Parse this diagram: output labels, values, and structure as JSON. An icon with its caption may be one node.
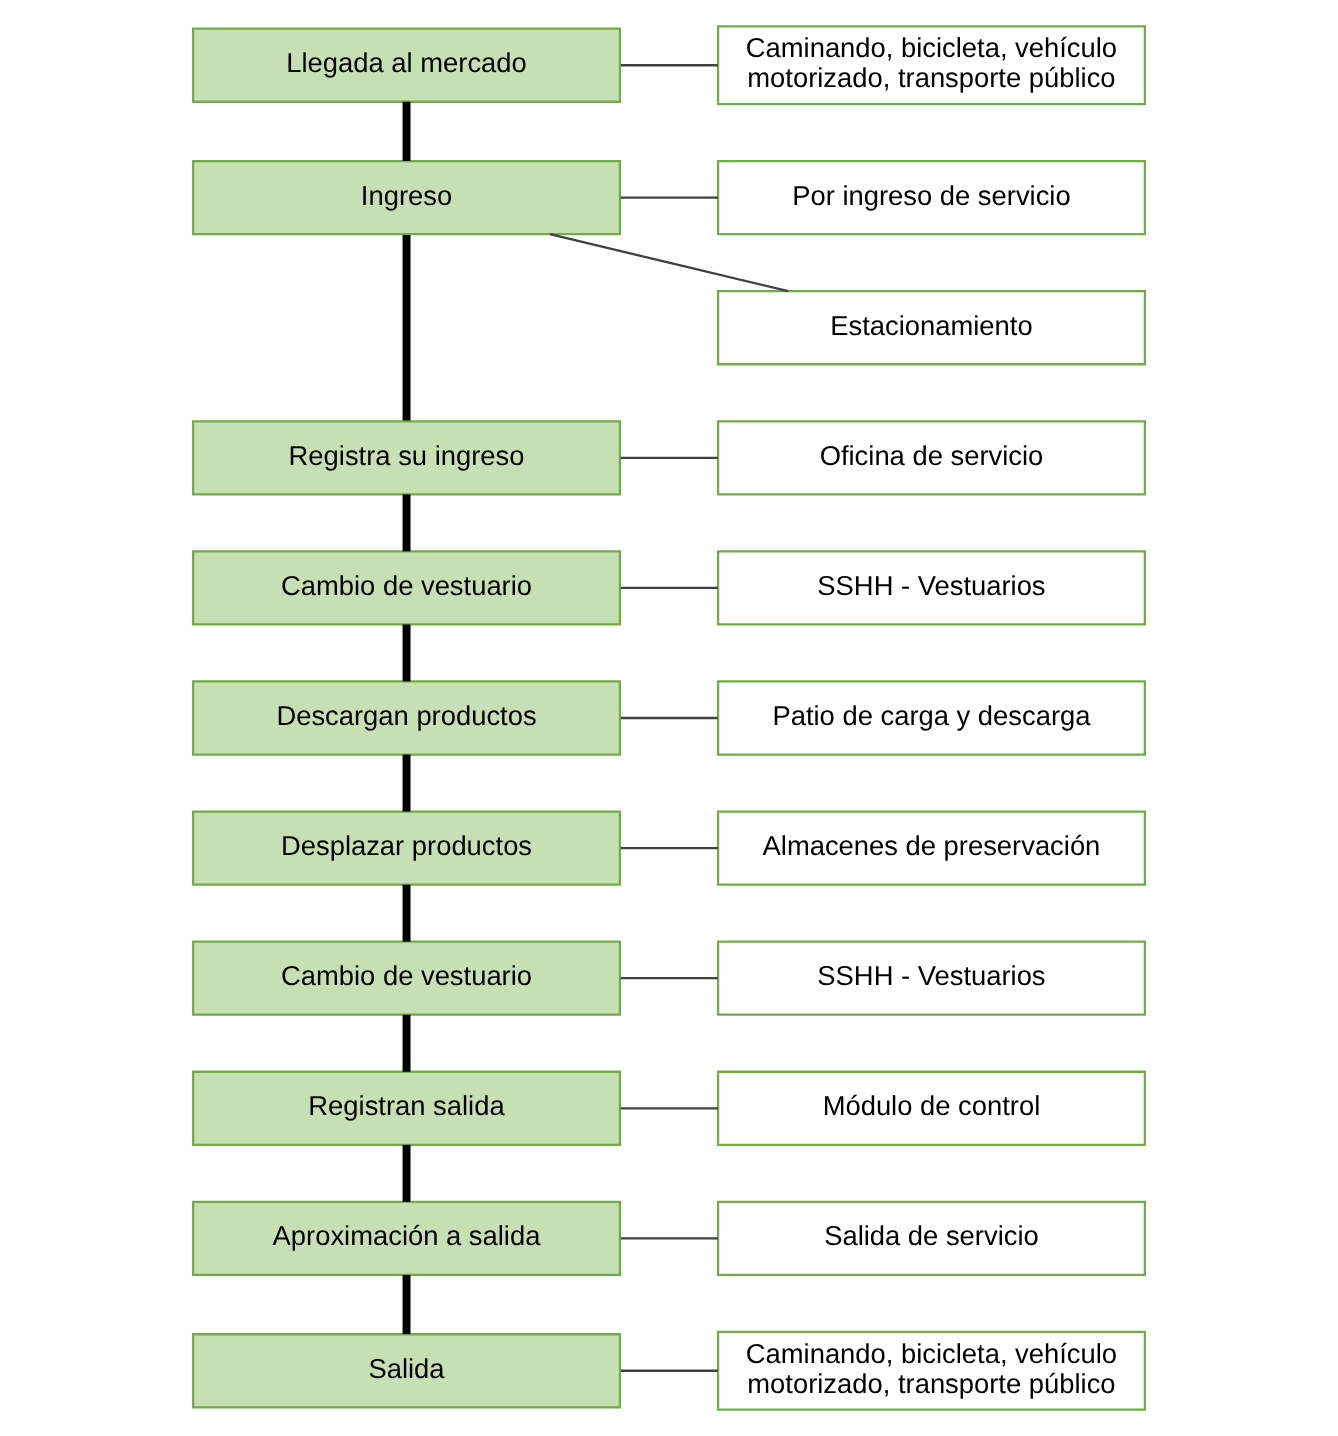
{
  "diagram": {
    "nodes": [
      {
        "text": [
          "Llegada al mercado"
        ]
      },
      {
        "text": [
          "Caminando, bicicleta, vehículo motorizado, transporte público"
        ]
      },
      {
        "text": [
          "Ingreso"
        ]
      },
      {
        "text": [
          "Por ingreso de servicio"
        ]
      },
      {
        "text": [
          "Estacionamiento"
        ]
      },
      {
        "text": [
          "Registra su ingreso"
        ]
      },
      {
        "text": [
          "Oficina de servicio"
        ]
      },
      {
        "text": [
          "Cambio de vestuario"
        ]
      },
      {
        "text": [
          "SSHH - Vestuarios"
        ]
      },
      {
        "text": [
          "Descargan productos"
        ]
      },
      {
        "text": [
          "Patio de carga y descarga"
        ]
      },
      {
        "text": [
          "Desplazar productos"
        ]
      },
      {
        "text": [
          "Almacenes de preservación"
        ]
      },
      {
        "text": [
          "Cambio de vestuario"
        ]
      },
      {
        "text": [
          "SSHH - Vestuarios"
        ]
      },
      {
        "text": [
          "Registran salida"
        ]
      },
      {
        "text": [
          "Módulo de control"
        ]
      },
      {
        "text": [
          "Aproximación a salida"
        ]
      },
      {
        "text": [
          "Salida de servicio"
        ]
      },
      {
        "text": [
          "Salida"
        ]
      },
      {
        "text": [
          "Caminando, bicicleta, vehículo motorizado, transporte público"
        ]
      }
    ],
    "edges": [
      {
        "from": 0,
        "to": 2,
        "arrow": "none",
        "style": "thick"
      },
      {
        "from": 2,
        "to": 5,
        "arrow": "none",
        "style": "thick"
      },
      {
        "from": 5,
        "to": 7,
        "arrow": "none",
        "style": "thick"
      },
      {
        "from": 7,
        "to": 9,
        "arrow": "none",
        "style": "thick"
      },
      {
        "from": 9,
        "to": 11,
        "arrow": "none",
        "style": "thick"
      },
      {
        "from": 11,
        "to": 13,
        "arrow": "none",
        "style": "thick"
      },
      {
        "from": 13,
        "to": 15,
        "arrow": "none",
        "style": "thick"
      },
      {
        "from": 15,
        "to": 17,
        "arrow": "none",
        "style": "thick"
      },
      {
        "from": 17,
        "to": 19,
        "arrow": "none",
        "style": "thick"
      },
      {
        "from": 0,
        "to": 1,
        "arrow": "none"
      },
      {
        "from": 2,
        "to": 3,
        "arrow": "none"
      },
      {
        "from": 2,
        "to": 4,
        "arrow": "none"
      },
      {
        "from": 5,
        "to": 6,
        "arrow": "none"
      },
      {
        "from": 7,
        "to": 8,
        "arrow": "none"
      },
      {
        "from": 9,
        "to": 10,
        "arrow": "none"
      },
      {
        "from": 11,
        "to": 12,
        "arrow": "none"
      },
      {
        "from": 13,
        "to": 14,
        "arrow": "none"
      },
      {
        "from": 15,
        "to": 16,
        "arrow": "none"
      },
      {
        "from": 17,
        "to": 18,
        "arrow": "none"
      },
      {
        "from": 19,
        "to": 20,
        "arrow": "none"
      }
    ]
  }
}
